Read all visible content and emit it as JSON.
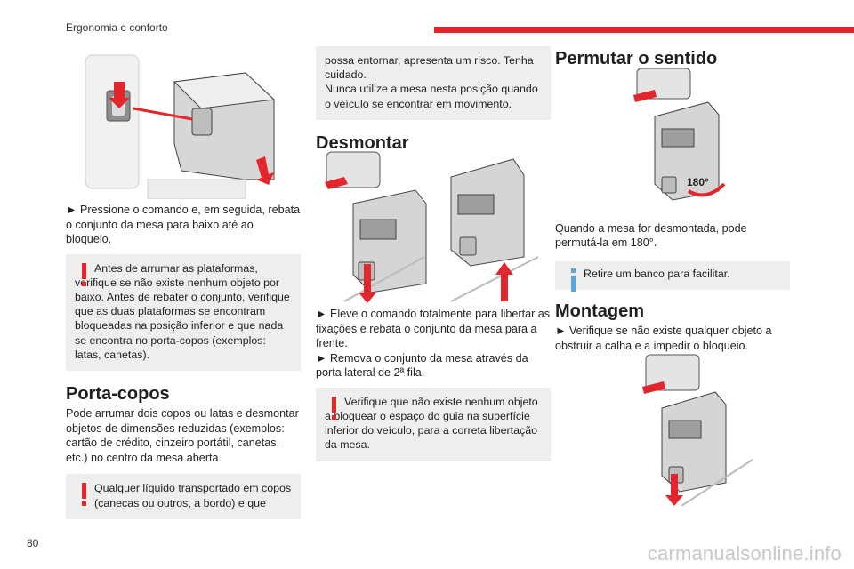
{
  "header": {
    "section": "Ergonomia e conforto"
  },
  "page_number": "80",
  "watermark": "carmanualsonline.info",
  "col1": {
    "instruction": "► Pressione o comando e, em seguida, rebata o conjunto da mesa para baixo até ao bloqueio.",
    "warning1": "Antes de arrumar as plataformas, verifique se não existe nenhum objeto por baixo. Antes de rebater o conjunto, verifique que as duas plataformas se encontram bloqueadas na posição inferior e que nada se encontra no porta-copos (exemplos: latas, canetas).",
    "heading": "Porta-copos",
    "body": "Pode arrumar dois copos ou latas e desmontar objetos de dimensões reduzidas (exemplos: cartão de crédito, cinzeiro portátil, canetas, etc.) no centro da mesa aberta.",
    "warning2": "Qualquer líquido transportado em copos (canecas ou outros, a bordo) e que"
  },
  "col2": {
    "warning_cont": "possa entornar, apresenta um risco. Tenha cuidado.\nNunca utilize a mesa nesta posição quando o veículo se encontrar em movimento.",
    "heading": "Desmontar",
    "step1": "► Eleve o comando totalmente para libertar as fixações e rebata o conjunto da mesa para a frente.",
    "step2": "► Remova o conjunto da mesa através da porta lateral de 2ª fila.",
    "warning": "Verifique que não existe nenhum objeto a bloquear o espaço do guia na superfície inferior do veículo, para a correta libertação da mesa."
  },
  "col3": {
    "heading1": "Permutar o sentido",
    "rotation_label": "180°",
    "body1": "Quando a mesa for desmontada, pode permutá-la em 180°.",
    "info": "Retire um banco para facilitar.",
    "heading2": "Montagem",
    "step": "► Verifique se não existe qualquer objeto a obstruir a calha e a impedir o bloqueio."
  },
  "colors": {
    "accent_red": "#e3262c",
    "info_blue": "#5aa7d8",
    "note_bg": "#eeeeee"
  }
}
